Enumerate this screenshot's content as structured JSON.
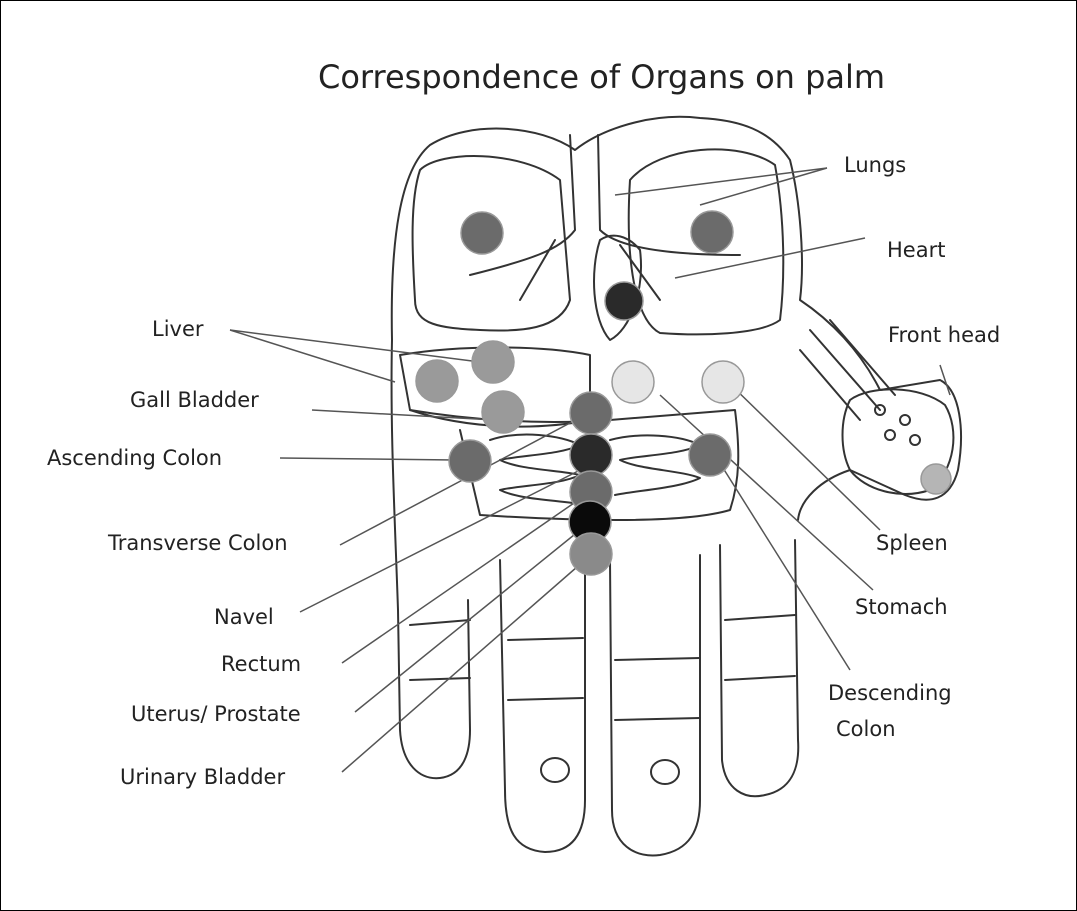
{
  "title": "Correspondence of Organs on palm",
  "labels": {
    "lungs": "Lungs",
    "heart": "Heart",
    "front_head": "Front head",
    "liver": "Liver",
    "gall_bladder": "Gall Bladder",
    "ascending_colon": "Ascending Colon",
    "transverse_colon": "Transverse Colon",
    "navel": "Navel",
    "rectum": "Rectum",
    "uterus_prostate": "Uterus/ Prostate",
    "urinary_bladder": "Urinary Bladder",
    "spleen": "Spleen",
    "stomach": "Stomach",
    "descending_colon_1": "Descending",
    "descending_colon_2": "Colon"
  },
  "colors": {
    "outline": "#333333",
    "dark_point": "#2a2a2a",
    "black_point": "#0a0a0a",
    "medium_point": "#6b6b6b",
    "light_point": "#9a9a9a",
    "pale_point": "#e6e6e6"
  }
}
